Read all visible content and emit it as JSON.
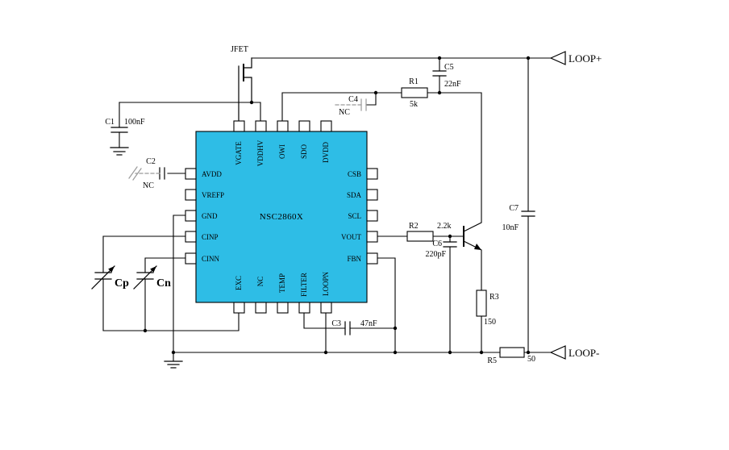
{
  "colors": {
    "chip_fill": "#2EBDE6",
    "wire": "#000000",
    "nc_gray": "#9A9A9A",
    "background": "#FFFFFF"
  },
  "chip": {
    "name": "NSC2860X",
    "pins": {
      "left": [
        "AVDD",
        "VREFP",
        "GND",
        "CINP",
        "CINN"
      ],
      "top": [
        "VGATE",
        "VDDHV",
        "OWI",
        "SDO",
        "DVDD"
      ],
      "right": [
        "CSB",
        "SDA",
        "SCL",
        "VOUT",
        "FBN"
      ],
      "bottom": [
        "EXC",
        "NC",
        "TEMP",
        "FILTER",
        "LOOPN"
      ]
    }
  },
  "components": {
    "jfet": {
      "label": "JFET"
    },
    "c1": {
      "ref": "C1",
      "value": "100nF"
    },
    "c2": {
      "ref": "C2",
      "value": "NC"
    },
    "c3": {
      "ref": "C3",
      "value": "47nF"
    },
    "c4": {
      "ref": "C4",
      "value": "NC"
    },
    "c5": {
      "ref": "C5",
      "value": "22nF"
    },
    "c6": {
      "ref": "C6",
      "value": "220pF"
    },
    "c7": {
      "ref": "C7",
      "value": "10nF"
    },
    "r1": {
      "ref": "R1",
      "value": "5k"
    },
    "r2": {
      "ref": "R2",
      "value": "2.2k"
    },
    "r3": {
      "ref": "R3",
      "value": "150"
    },
    "r5": {
      "ref": "R5",
      "value": "50"
    },
    "cp": {
      "ref": "Cp"
    },
    "cn": {
      "ref": "Cn"
    }
  },
  "connectors": {
    "loop_plus": "LOOP+",
    "loop_minus": "LOOP-"
  }
}
